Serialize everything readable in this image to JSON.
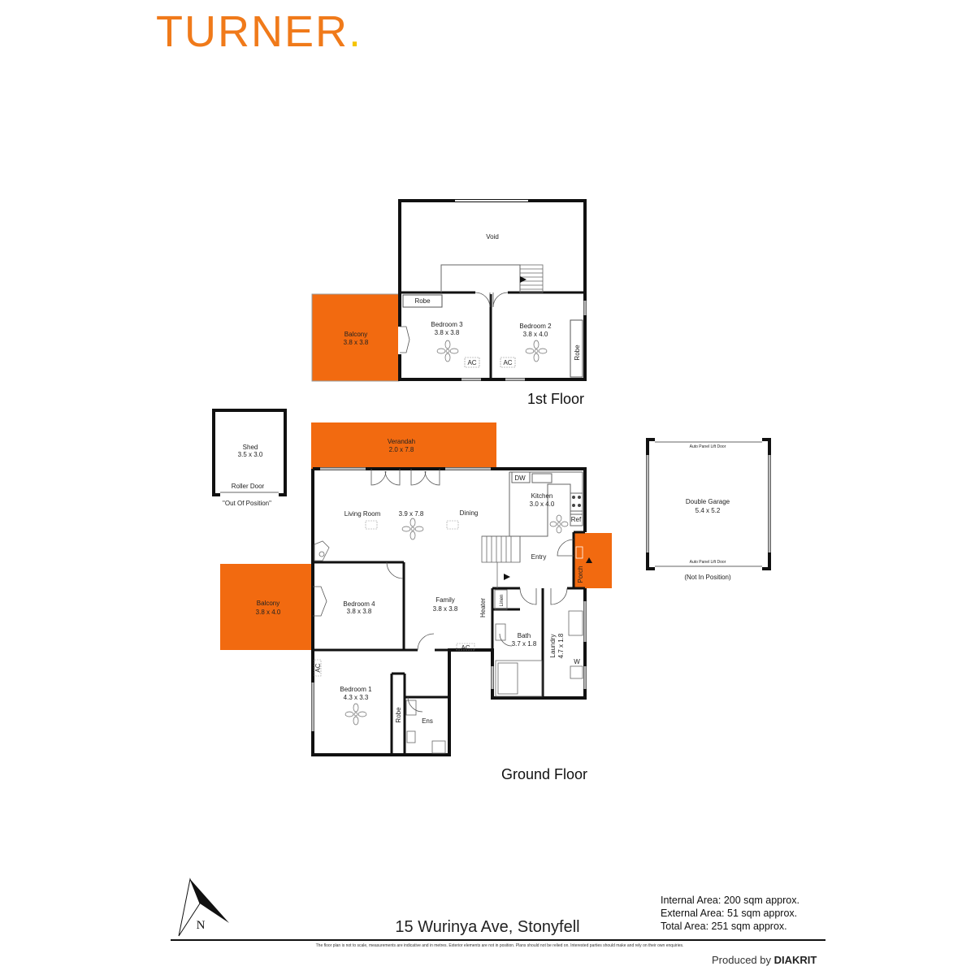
{
  "brand": {
    "name": "TURNER",
    "dot": ".",
    "colors": {
      "brand_orange": "#F07A1A",
      "dot_yellow": "#F5C400",
      "outdoor_fill": "#F26A10"
    }
  },
  "first_floor": {
    "label": "1st Floor",
    "rooms": {
      "void": {
        "name": "Void"
      },
      "robe_top": {
        "name": "Robe"
      },
      "balcony": {
        "name": "Balcony",
        "size": "3.8 x 3.8"
      },
      "bedroom3": {
        "name": "Bedroom 3",
        "size": "3.8 x 3.8",
        "ac": "AC"
      },
      "bedroom2": {
        "name": "Bedroom 2",
        "size": "3.8 x 4.0",
        "ac": "AC"
      },
      "robe_side": {
        "name": "Robe"
      }
    }
  },
  "ground_floor": {
    "label": "Ground Floor",
    "rooms": {
      "shed": {
        "name": "Shed",
        "size": "3.5 x 3.0",
        "door": "Roller Door",
        "note": "\"Out Of Position\""
      },
      "verandah": {
        "name": "Verandah",
        "size": "2.0 x 7.8"
      },
      "living": {
        "name": "Living Room"
      },
      "living_dining": {
        "size": "3.9 x 7.8"
      },
      "dining": {
        "name": "Dining"
      },
      "kitchen": {
        "name": "Kitchen",
        "size": "3.0 x 4.0",
        "dw": "DW",
        "ref": "Ref"
      },
      "entry": {
        "name": "Entry"
      },
      "porch": {
        "name": "Porch"
      },
      "balcony": {
        "name": "Balcony",
        "size": "3.8 x 4.0"
      },
      "bedroom4": {
        "name": "Bedroom 4",
        "size": "3.8 x 3.8"
      },
      "family": {
        "name": "Family",
        "size": "3.8 x 3.8",
        "ac": "AC",
        "heater": "Heater"
      },
      "linen": {
        "name": "Linen"
      },
      "bath": {
        "name": "Bath",
        "size": "3.7 x 1.8"
      },
      "laundry": {
        "name": "Laundry",
        "size": "4.7 x 1.8",
        "w": "W"
      },
      "bedroom1": {
        "name": "Bedroom 1",
        "size": "4.3 x 3.3",
        "ac": "AC"
      },
      "robe": {
        "name": "Robe"
      },
      "ens": {
        "name": "Ens"
      },
      "garage": {
        "name": "Double Garage",
        "size": "5.4 x 5.2",
        "door_top": "Auto Panel Lift Door",
        "door_bottom": "Auto Panel Lift Door",
        "note": "(Not In Position)"
      }
    }
  },
  "compass": {
    "letter": "N"
  },
  "address": "15 Wurinya Ave, Stonyfell",
  "areas": {
    "internal": "Internal Area: 200 sqm approx.",
    "external": "External Area: 51 sqm approx.",
    "total": "Total Area: 251 sqm approx."
  },
  "disclaimer": "The floor plan is not to scale, measurements are indicative and in metres. Exterior elements are not in position. Plans should not be relied on. Interested parties should make and rely on their own enquiries.",
  "produced": {
    "prefix": "Produced by",
    "brand": "DIAKRIT"
  }
}
